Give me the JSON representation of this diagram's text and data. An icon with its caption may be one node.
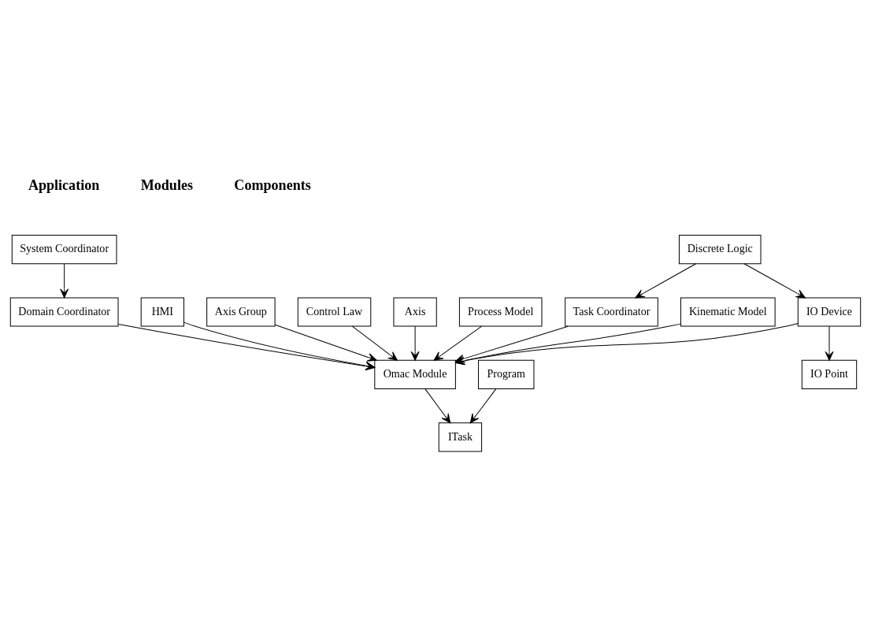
{
  "diagram": {
    "nodes": [
      {
        "text": [
          "System Coordinator"
        ]
      },
      {
        "text": [
          "Domain Coordinator"
        ]
      },
      {
        "text": [
          "Omac Module"
        ]
      },
      {
        "text": [
          "ITask"
        ]
      },
      {
        "text": [
          "Program"
        ]
      },
      {
        "text": [
          "HMI"
        ]
      },
      {
        "text": [
          "Axis Group"
        ]
      },
      {
        "text": [
          "Control Law"
        ]
      },
      {
        "text": [
          "Axis"
        ]
      },
      {
        "text": [
          "Process Model"
        ]
      },
      {
        "text": [
          "Task Coordinator"
        ]
      },
      {
        "text": [
          "Kinematic Model"
        ]
      },
      {
        "text": [
          "IO Device"
        ]
      },
      {
        "text": [
          "IO Point"
        ]
      },
      {
        "text": [
          "Discrete Logic"
        ]
      }
    ],
    "edges": [
      {
        "from": 0,
        "to": 1,
        "arrow": "to"
      },
      {
        "from": 1,
        "to": 2,
        "arrow": "to"
      },
      {
        "from": 2,
        "to": 3,
        "arrow": "to"
      },
      {
        "from": 4,
        "to": 3,
        "arrow": "to"
      },
      {
        "from": 5,
        "to": 2,
        "arrow": "to"
      },
      {
        "from": 6,
        "to": 2,
        "arrow": "to"
      },
      {
        "from": 7,
        "to": 2,
        "arrow": "to"
      },
      {
        "from": 8,
        "to": 2,
        "arrow": "to"
      },
      {
        "from": 9,
        "to": 2,
        "arrow": "to"
      },
      {
        "from": 10,
        "to": 2,
        "arrow": "to"
      },
      {
        "from": 11,
        "to": 2,
        "arrow": "to"
      },
      {
        "from": 12,
        "to": 2,
        "arrow": "to"
      },
      {
        "from": 14,
        "to": 10,
        "arrow": "to"
      },
      {
        "from": 14,
        "to": 12,
        "arrow": "to"
      },
      {
        "from": 12,
        "to": 13,
        "arrow": "to"
      }
    ],
    "labels": [
      "Application",
      "Modules",
      "Components"
    ]
  }
}
